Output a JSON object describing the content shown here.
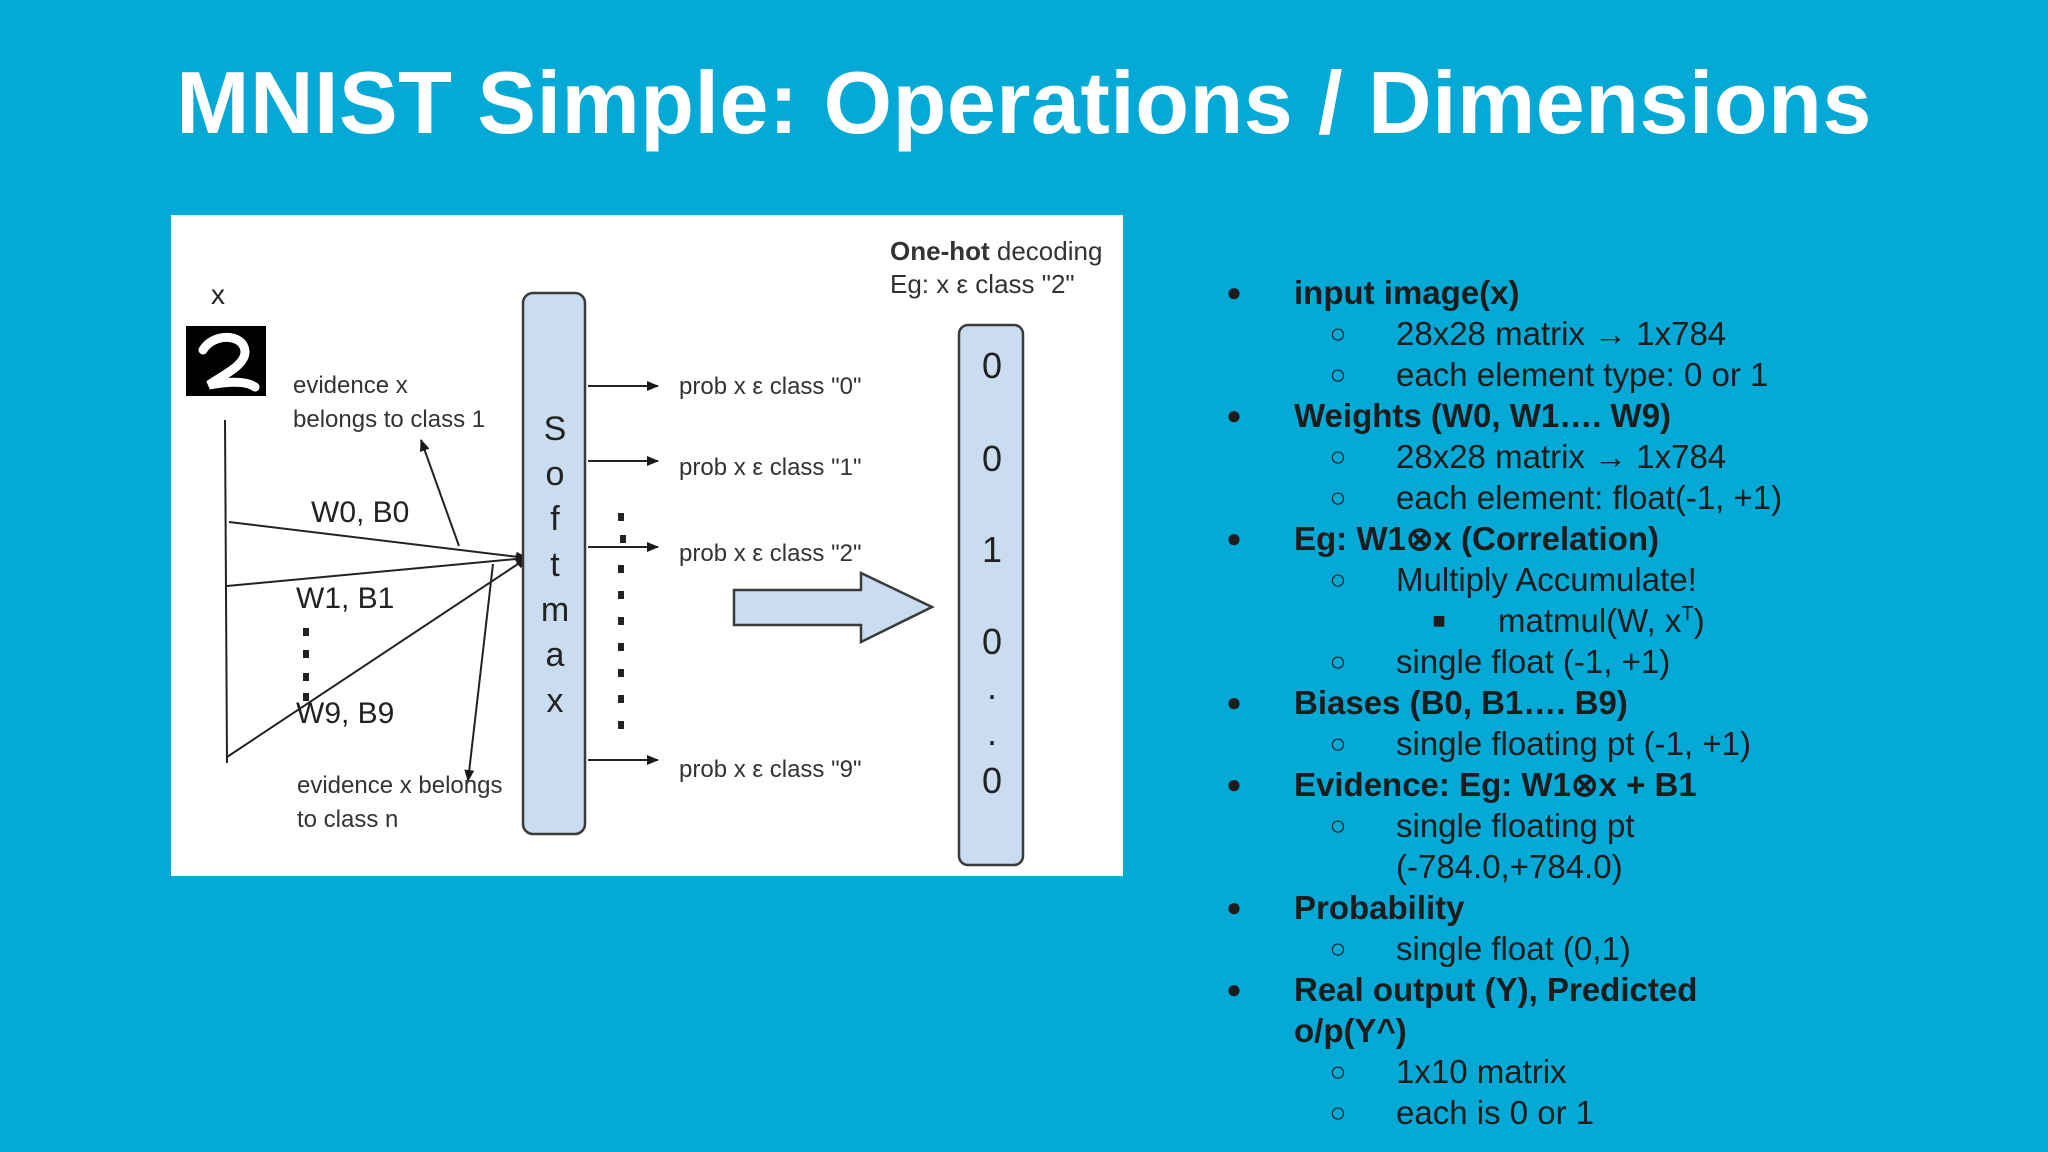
{
  "title": "MNIST Simple: Operations / Dimensions",
  "diagram": {
    "x_label": "x",
    "header_bold": "One-hot",
    "header_rest": " decoding",
    "header_line2": "Eg: x ε class \"2\"",
    "evidence_top_1": "evidence x",
    "evidence_top_2": "belongs to class 1",
    "w0": "W0, B0",
    "w1": "W1, B1",
    "w9": "W9, B9",
    "evidence_bottom_1": "evidence x belongs",
    "evidence_bottom_2": "to class n",
    "softmax_letters": [
      "S",
      "o",
      "f",
      "t",
      "m",
      "a",
      "x"
    ],
    "probs": [
      "prob x ε class \"0\"",
      "prob x ε class \"1\"",
      "prob x ε class \"2\"",
      "prob x ε  class \"9\""
    ],
    "onehot_values": [
      "0",
      "0",
      "1",
      "0",
      ".",
      ".",
      "0"
    ]
  },
  "bullets": {
    "b1": "input image(x)",
    "b1a": "28x28 matrix → 1x784",
    "b1b": "each element type: 0 or 1",
    "b2": "Weights (W0, W1…. W9)",
    "b2a": "28x28 matrix → 1x784",
    "b2b": "each element: float(-1, +1)",
    "b3": "Eg: W1⊗x  (Correlation)",
    "b3a": "Multiply Accumulate!",
    "b3a1_main": "matmul(W, x",
    "b3a1_sup": "T",
    "b3a1_end": ")",
    "b3b": "single float (-1, +1)",
    "b4": "Biases (B0, B1…. B9)",
    "b4a": "single floating pt (-1, +1)",
    "b5": "Evidence: Eg: W1⊗x + B1",
    "b5a": "single floating pt (-784.0,+784.0)",
    "b6": "Probability",
    "b6a": "single float (0,1)",
    "b7": "Real output (Y), Predicted o/p(Y^)",
    "b7a": "1x10 matrix",
    "b7b": "each is 0 or 1"
  },
  "colors": {
    "background": "#04a9d6",
    "box_fill": "#c9dcf0",
    "box_stroke": "#3a3a3a"
  }
}
